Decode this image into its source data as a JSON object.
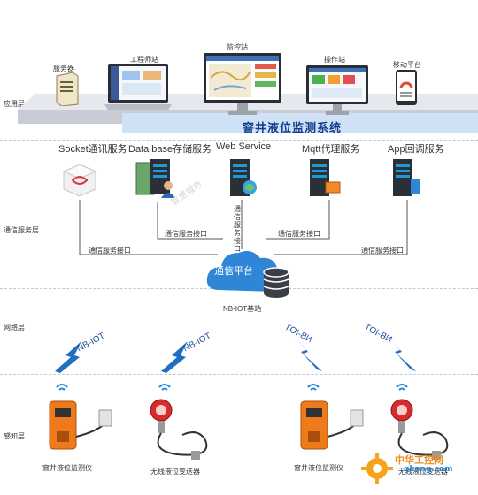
{
  "layers": {
    "application": "应用层",
    "communication_service": "通信服务层",
    "network": "网络层",
    "perception": "感知层"
  },
  "application": {
    "system_title": "窨井液位监测系统",
    "stations": [
      {
        "label": "服务器",
        "icon": "server-tower-icon"
      },
      {
        "label": "工程师站",
        "icon": "laptop-dashboard-icon"
      },
      {
        "label": "监控站",
        "icon": "monitor-map-icon"
      },
      {
        "label": "操作站",
        "icon": "desktop-dashboard-icon"
      },
      {
        "label": "移动平台",
        "icon": "tablet-gauge-icon"
      }
    ]
  },
  "services": [
    {
      "label": "Socket通讯服务",
      "icon": "socket-cube-icon"
    },
    {
      "label": "Data base存储服务",
      "icon": "database-server-icon"
    },
    {
      "label": "Web Service",
      "icon": "web-server-globe-icon"
    },
    {
      "label": "Mqtt代理服务",
      "icon": "mqtt-server-icon"
    },
    {
      "label": "App回调服务",
      "icon": "app-server-phone-icon"
    }
  ],
  "interfaces": {
    "left_outer": "通信服务接口",
    "left_inner": "通信服务接口",
    "center_vertical": "通信服务接口",
    "right_inner": "通信服务接口",
    "right_outer": "通信服务接口"
  },
  "platform": {
    "label": "通信平台",
    "base_station": "NB-IOT基站"
  },
  "signals": [
    "NB-IOT",
    "NB-IOT",
    "NB-IOT",
    "NB-IOT"
  ],
  "devices": [
    {
      "label": "窨井液位监测仪"
    },
    {
      "label": "无线液位变送器"
    },
    {
      "label": "窨井液位监测仪"
    },
    {
      "label": "无线液位变送器"
    }
  ],
  "watermark": {
    "logo_cn": "中华工控网",
    "logo_url": "gkong.com",
    "text": "智慧城市"
  },
  "colors": {
    "platform_blue": "#0d3c8f",
    "cloud_blue": "#2f86d6",
    "bolt_blue": "#1f6fc0",
    "orange": "#ef7a1a",
    "red": "#d92b2b"
  }
}
